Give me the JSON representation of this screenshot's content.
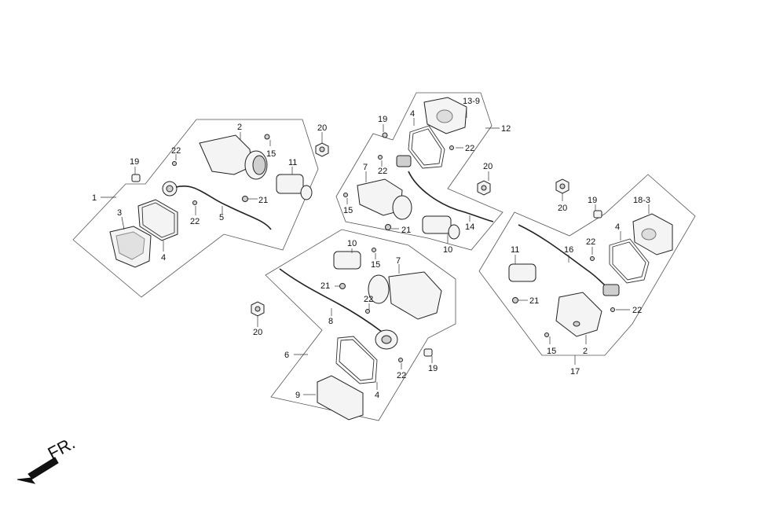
{
  "direction_label": "FR.",
  "callouts": {
    "c1": "1",
    "c2a": "2",
    "c3": "3",
    "c4a": "4",
    "c5": "5",
    "c11a": "11",
    "c15a": "15",
    "c19a": "19",
    "c20a": "20",
    "c21a": "21",
    "c22a": "22",
    "c22b": "22",
    "c12": "12",
    "c13_9": "13-9",
    "c4b": "4",
    "c19b": "19",
    "c22c": "22",
    "c22d": "22",
    "c7a": "7",
    "c15b": "15",
    "c20b": "20",
    "c21b": "21",
    "c10a": "10",
    "c14": "14",
    "c6": "6",
    "c10b": "10",
    "c15c": "15",
    "c7b": "7",
    "c21c": "21",
    "c22e": "22",
    "c8": "8",
    "c20c": "20",
    "c19c": "19",
    "c22f": "22",
    "c4c": "4",
    "c9": "9",
    "c17": "17",
    "c18_3": "18-3",
    "c19d": "19",
    "c20d": "20",
    "c4d": "4",
    "c22g": "22",
    "c16": "16",
    "c11b": "11",
    "c21d": "21",
    "c22h": "22",
    "c15d": "15",
    "c2b": "2"
  }
}
